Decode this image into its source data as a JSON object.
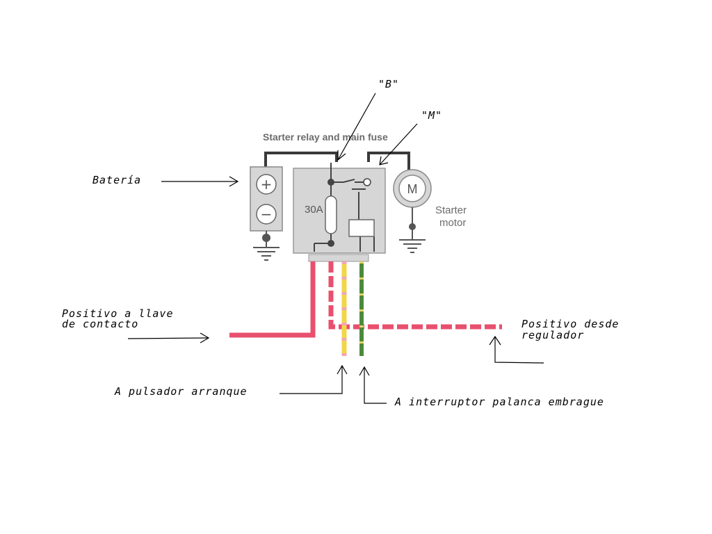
{
  "diagram": {
    "header": "Starter relay and main fuse",
    "fuse_label": "30A",
    "motor_letter": "M",
    "motor_label_line1": "Starter",
    "motor_label_line2": "motor",
    "battery_plus": "+",
    "battery_minus": "−"
  },
  "annotations": {
    "terminal_b": "\"B\"",
    "terminal_m": "\"M\"",
    "bateria": "Batería",
    "positivo_llave_1": "Positivo a llave",
    "positivo_llave_2": "de contacto",
    "positivo_regulador_1": "Positivo desde",
    "positivo_regulador_2": "regulador",
    "pulsador": "A pulsador arranque",
    "interruptor": "A interruptor palanca embrague"
  },
  "colors": {
    "wire_red": "#e8506e",
    "wire_yellow": "#f2d64a",
    "wire_green": "#4b8a3c",
    "device_gray": "#d6d6d6",
    "line_dark": "#3a3a3a"
  }
}
